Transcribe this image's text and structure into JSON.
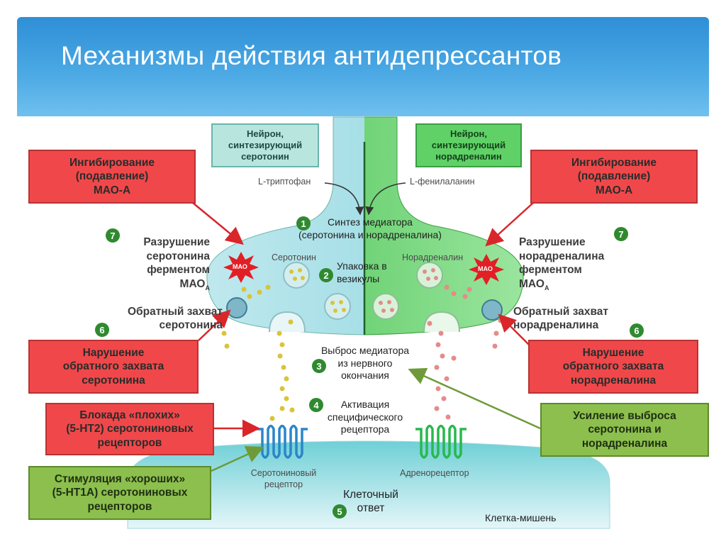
{
  "slide": {
    "title": "Механизмы действия антидепрессантов"
  },
  "neurons": {
    "serotonin": "Нейрон,\nсинтезирующий\nсеротонин",
    "noradrenaline": "Нейрон,\nсинтезирующий\nнорадреналин"
  },
  "precursors": {
    "left": "L-триптофан",
    "right": "L-фенилаланин"
  },
  "steps": {
    "s1": {
      "num": "1",
      "text": "Синтез медиатора\n(серотонина и норадреналина)"
    },
    "s2": {
      "num": "2",
      "text": "Упаковка в\nвезикулы"
    },
    "s3": {
      "num": "3",
      "text": "Выброс медиатора\nиз нервного\nокончания"
    },
    "s4": {
      "num": "4",
      "text": "Активация\nспецифического\nрецептора"
    },
    "s5": {
      "num": "5",
      "text": "Клеточный\nответ"
    },
    "s6_left": {
      "num": "6",
      "text": "Обратный захват\nсеротонина"
    },
    "s6_right": {
      "num": "6",
      "text": "Обратный захват\nнорадреналина"
    },
    "s7_left": {
      "num": "7",
      "text": "Разрушение\nсеротонина\nферментом\nМАО",
      "sub": "A"
    },
    "s7_right": {
      "num": "7",
      "text": "Разрушение\nнорадреналина\nферментом\nМАО",
      "sub": "A"
    }
  },
  "terminal_labels": {
    "serotonin": "Серотонин",
    "noradrenaline": "Норадреналин",
    "mao": "МАО"
  },
  "receptors": {
    "serotonin": "Серотониновый\nрецептор",
    "adreno": "Адренорецептор"
  },
  "target_cell": "Клетка-мишень",
  "drug_effects": {
    "mao_inhibit_left": "Ингибирование\n(подавление)\nМАО-А",
    "mao_inhibit_right": "Ингибирование\n(подавление)\nМАО-А",
    "reuptake_left": "Нарушение\nобратного захвата\nсеротонина",
    "reuptake_right": "Нарушение\nобратного захвата\nнорадреналина",
    "block_bad": "Блокада «плохих»\n(5-НТ2) серотониновых\nрецепторов",
    "stim_good": "Стимуляция «хороших»\n(5-НТ1А) серотониновых\nрецепторов",
    "enhance_release": "Усиление выброса\nсеротонина и\nнорадреналина"
  },
  "colors": {
    "header": "#3a9be0",
    "red_box": "#f0484a",
    "green_box": "#8cbf4d",
    "serotonin_side": "#a9e0e6",
    "noradrenaline_side": "#5fd166",
    "serotonin_dots": "#d9c43a",
    "noradrenaline_dots": "#e58b8b",
    "arrow_red": "#d9262a",
    "arrow_green": "#6f9a3a"
  }
}
